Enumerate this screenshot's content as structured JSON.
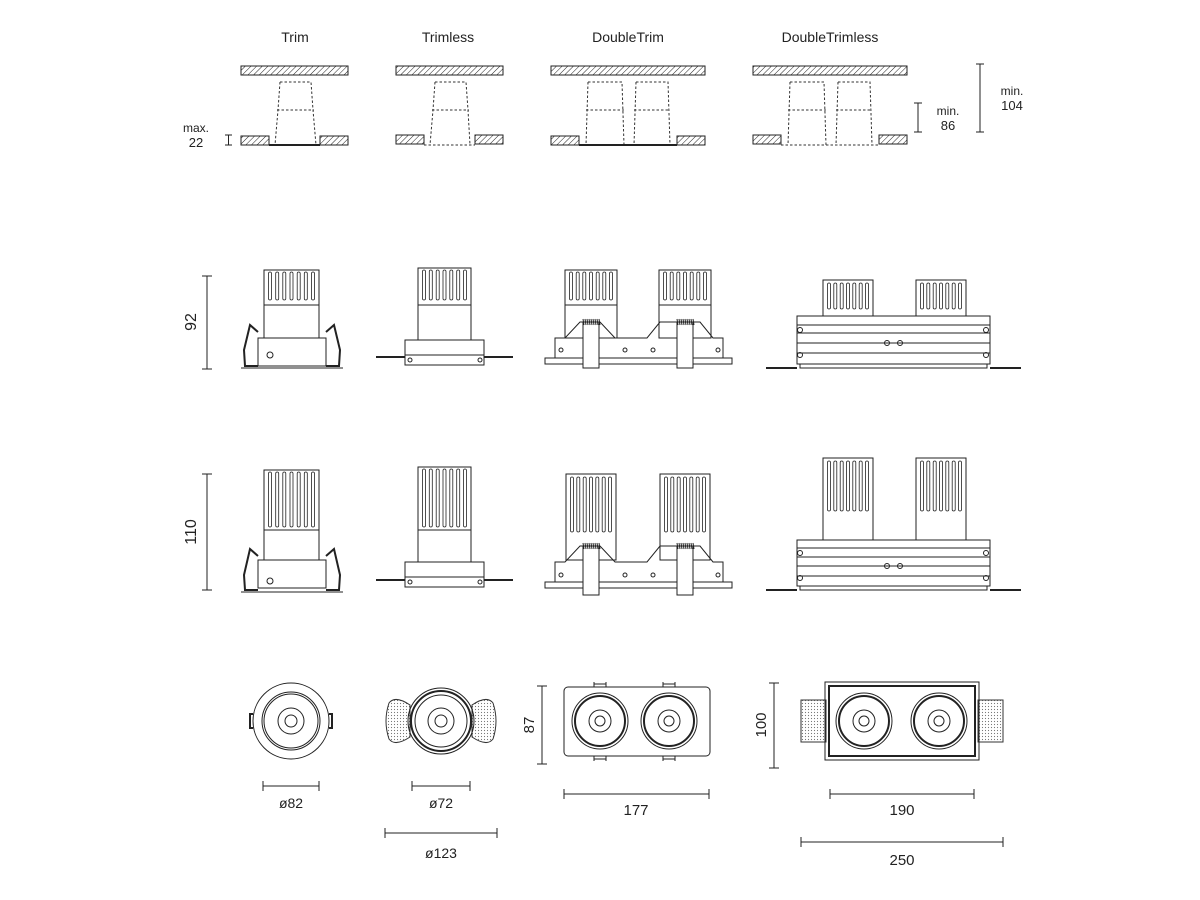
{
  "columns": {
    "trim": "Trim",
    "trimless": "Trimless",
    "double_trim": "DoubleTrim",
    "double_trimless": "DoubleTrimless"
  },
  "dimensions": {
    "max_ceiling": [
      "max.",
      "22"
    ],
    "min_86": [
      "min.",
      "86"
    ],
    "min_104": [
      "min.",
      "104"
    ],
    "height_small": "92",
    "height_large": "110",
    "width_double_trim": "87",
    "width_double_trimless": "100",
    "dia_trim": "ø82",
    "dia_trimless_cut": "ø72",
    "dia_trimless_total": "ø123",
    "len_double_trim": "177",
    "len_double_trimless_cut": "190",
    "len_double_trimless_total": "250"
  }
}
